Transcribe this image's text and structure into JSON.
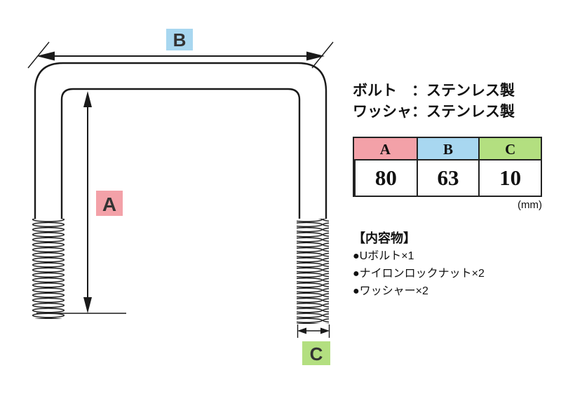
{
  "diagram": {
    "labels": {
      "a": "A",
      "b": "B",
      "c": "C"
    }
  },
  "specs": {
    "line1": "ボルト　：ステンレス製",
    "line2": "ワッシャ：ステンレス製"
  },
  "table": {
    "headers": [
      "A",
      "B",
      "C"
    ],
    "values": [
      "80",
      "63",
      "10"
    ],
    "unit": "(mm)"
  },
  "contents": {
    "title": "【内容物】",
    "items": [
      "●Uボルト×1",
      "●ナイロンロックナット×2",
      "●ワッシャー×2"
    ]
  },
  "colors": {
    "pink": "#f3a1a8",
    "blue": "#a8d7f0",
    "green": "#b3df80"
  }
}
